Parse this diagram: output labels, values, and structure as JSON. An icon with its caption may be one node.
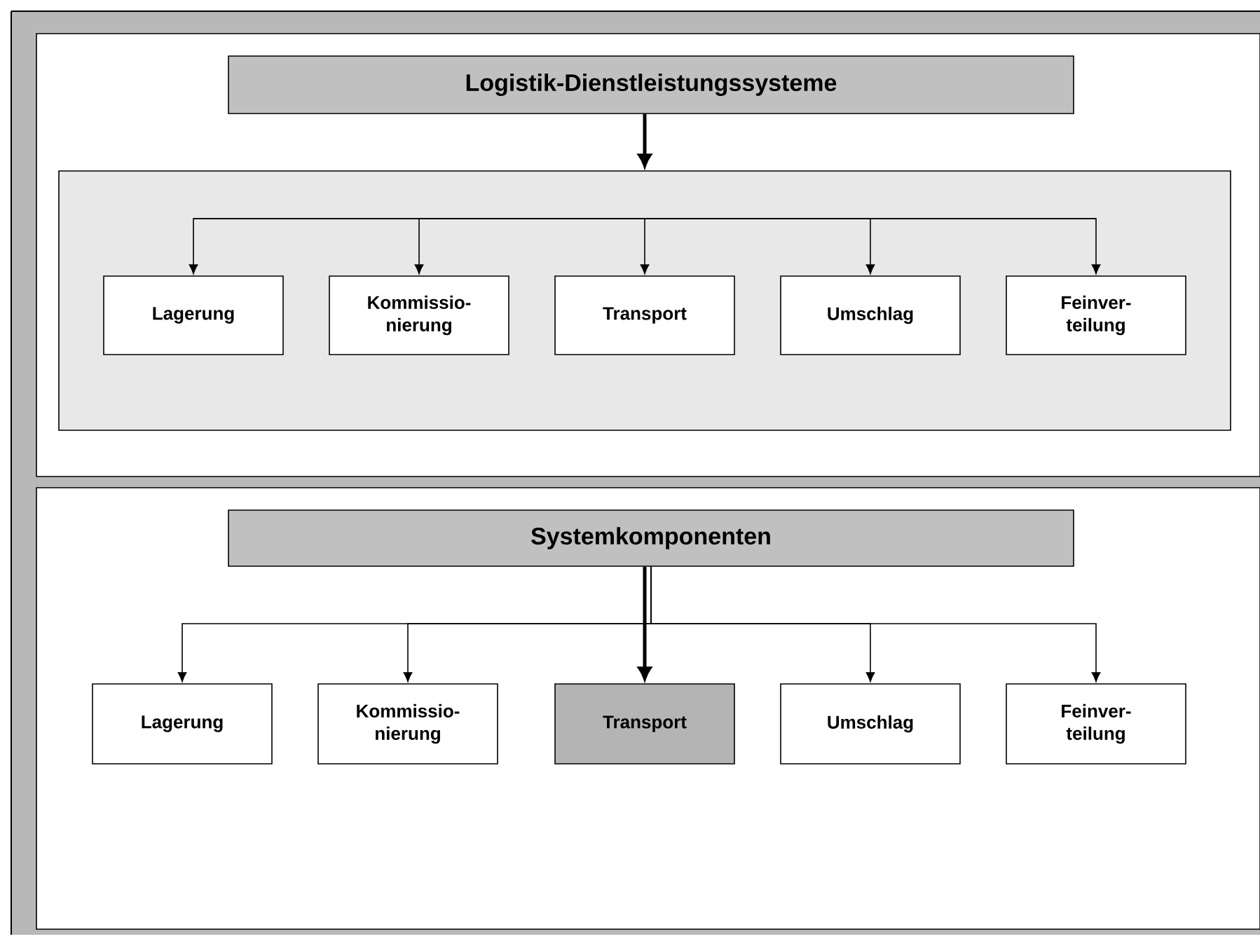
{
  "diagram": {
    "nodes": [
      {
        "text": [
          "Logistik-Dienstleistungssysteme"
        ]
      },
      {
        "text": [],
        "shape": "box"
      },
      {
        "text": [
          "Lagerung"
        ],
        "in": 1
      },
      {
        "text": [
          "Kommissio- nierung"
        ],
        "in": 1
      },
      {
        "text": [
          "Transport"
        ],
        "in": 1
      },
      {
        "text": [
          "Umschlag"
        ],
        "in": 1
      },
      {
        "text": [
          "Feinver- teilung"
        ],
        "in": 1
      },
      {
        "text": [
          "Systemkomponenten"
        ]
      },
      {
        "text": [
          "Lagerung"
        ]
      },
      {
        "text": [
          "Kommissio- nierung"
        ]
      },
      {
        "text": [
          "Transport"
        ]
      },
      {
        "text": [
          "Umschlag"
        ]
      },
      {
        "text": [
          "Feinver- teilung"
        ]
      }
    ],
    "edges": [
      {
        "from": 0,
        "to": 1,
        "arrow": "to",
        "style": "thick"
      },
      {
        "from": null,
        "to": 2,
        "arrow": "to"
      },
      {
        "from": null,
        "to": 3,
        "arrow": "to"
      },
      {
        "from": null,
        "to": 4,
        "arrow": "to"
      },
      {
        "from": null,
        "to": 5,
        "arrow": "to"
      },
      {
        "from": null,
        "to": 6,
        "arrow": "to"
      },
      {
        "from": 7,
        "to": 8,
        "arrow": "to"
      },
      {
        "from": 7,
        "to": 9,
        "arrow": "to"
      },
      {
        "from": 7,
        "to": 10,
        "arrow": "to",
        "style": "thick"
      },
      {
        "from": 7,
        "to": 11,
        "arrow": "to"
      },
      {
        "from": 7,
        "to": 12,
        "arrow": "to"
      }
    ]
  }
}
